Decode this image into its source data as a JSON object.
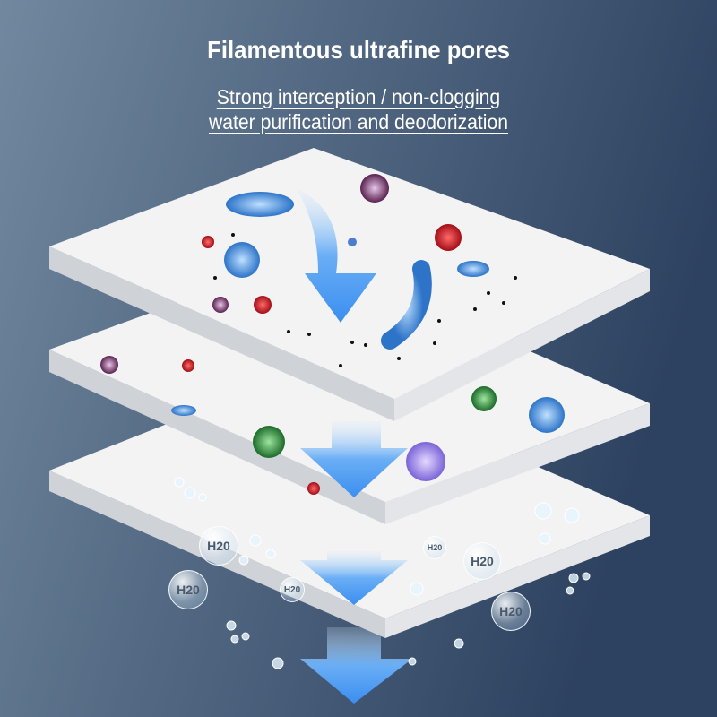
{
  "title": "Filamentous ultrafine pores",
  "subtitle_line1": "Strong interception / non-clogging",
  "subtitle_line2": "water purification and deodorization",
  "bubbles": [
    "H20",
    "H20",
    "H20",
    "H20",
    "H20",
    "H20"
  ],
  "colors": {
    "bg_left": "#6f869e",
    "bg_right": "#2f4563",
    "arrow": "#4f9cf0",
    "layer": "#f4f4f4"
  }
}
